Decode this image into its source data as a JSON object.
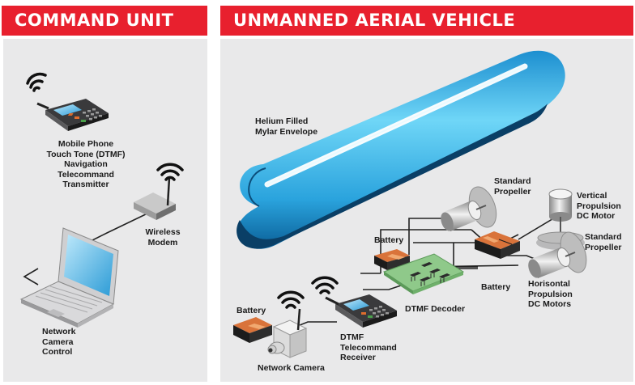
{
  "headers": {
    "command_unit": "COMMAND UNIT",
    "uav": "UNMANNED AERIAL VEHICLE"
  },
  "labels": {
    "mobile_phone": [
      "Mobile Phone",
      "Touch Tone (DTMF)",
      "Navigation",
      "Telecommand",
      "Transmitter"
    ],
    "wireless_modem": [
      "Wireless",
      "Modem"
    ],
    "network_camera_control": [
      "Network",
      "Camera",
      "Control"
    ],
    "helium_envelope": [
      "Helium Filled",
      "Mylar Envelope"
    ],
    "standard_propeller_top": [
      "Standard",
      "Propeller"
    ],
    "vertical_propulsion": [
      "Vertical",
      "Propulsion",
      "DC Motor"
    ],
    "standard_propeller_right": [
      "Standard",
      "Propeller"
    ],
    "battery_upper": "Battery",
    "battery_middle": "Battery",
    "horisontal_propulsion": [
      "Horisontal",
      "Propulsion",
      "DC Motors"
    ],
    "dtmf_decoder": "DTMF Decoder",
    "battery_left": "Battery",
    "dtmf_receiver": [
      "DTMF",
      "Telecommand",
      "Receiver"
    ],
    "network_camera": "Network Camera"
  },
  "colors": {
    "banner_red": "#e8202e",
    "panel_gray": "#e9e9ea",
    "envelope_blue": "#4fc6f0",
    "battery_orange": "#d9733a",
    "board_green": "#8fc98a"
  },
  "icons": [
    "mobile-phone-icon",
    "wifi-signal-icon",
    "wireless-modem-icon",
    "laptop-icon",
    "network-camera-icon",
    "battery-icon",
    "dc-motor-icon",
    "propeller-icon",
    "circuit-board-icon"
  ]
}
